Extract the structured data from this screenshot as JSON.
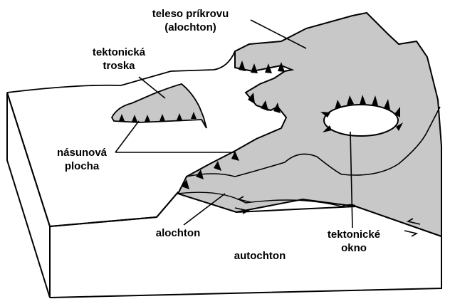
{
  "labels": {
    "teleso": {
      "line1": "teleso príkrovu",
      "line2": "(alochton)"
    },
    "troska": {
      "line1": "tektonická",
      "line2": "troska"
    },
    "plocha": {
      "line1": "násunová",
      "line2": "plocha"
    },
    "alochton": {
      "line1": "alochton"
    },
    "okno": {
      "line1": "tektonické",
      "line2": "okno"
    },
    "autochton": {
      "line1": "autochton"
    }
  },
  "colors": {
    "nappe_fill": "#c8c8c8",
    "ground_fill": "#ffffff",
    "outline": "#000000"
  }
}
